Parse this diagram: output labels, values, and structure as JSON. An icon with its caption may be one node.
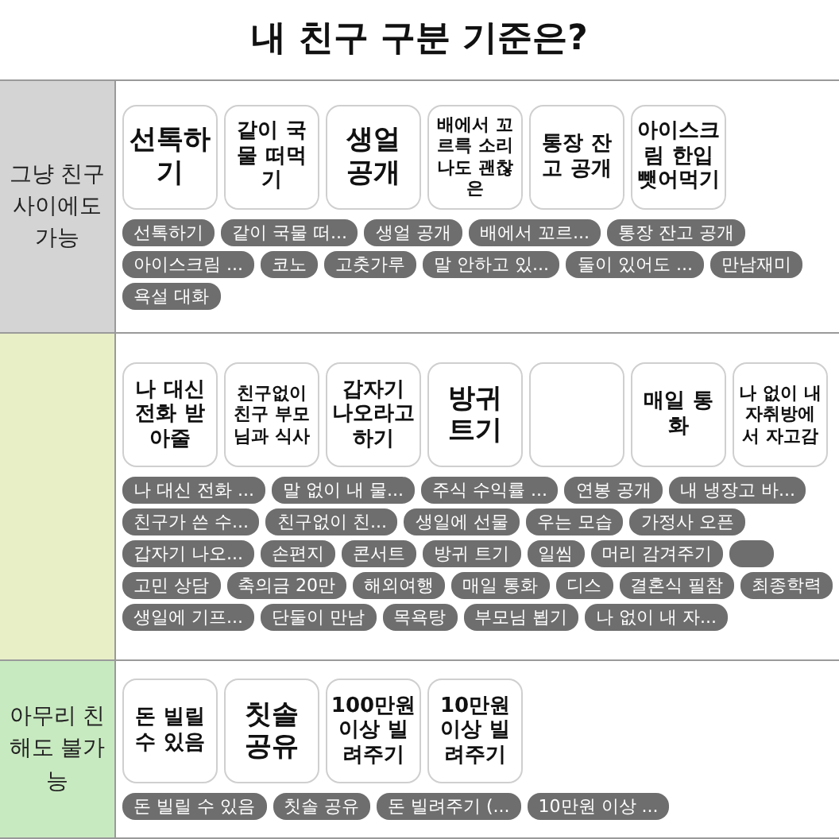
{
  "diagram": {
    "title": "내 친구 구분 기준은?",
    "nodes": [
      {
        "text": [
          "그냥 친구 사이에도 가능"
        ]
      },
      {
        "text": [
          "선톡하기"
        ],
        "in": 0
      },
      {
        "text": [
          "같이 국물 떠먹기"
        ],
        "in": 0
      },
      {
        "text": [
          "생얼 공개"
        ],
        "in": 0
      },
      {
        "text": [
          "배에서 꼬르륵 소리나도 괜찮은"
        ],
        "in": 0
      },
      {
        "text": [
          "통장 잔고 공개"
        ],
        "in": 0
      },
      {
        "text": [
          "아이스크림 한입 뺏어먹기"
        ],
        "in": 0
      },
      {
        "text": [
          "선톡하기"
        ],
        "in": 0
      },
      {
        "text": [
          "같이 국물 떠..."
        ],
        "in": 0
      },
      {
        "text": [
          "생얼 공개"
        ],
        "in": 0
      },
      {
        "text": [
          "배에서 꼬르..."
        ],
        "in": 0
      },
      {
        "text": [
          "통장 잔고 공개"
        ],
        "in": 0
      },
      {
        "text": [
          "아이스크림 ..."
        ],
        "in": 0
      },
      {
        "text": [
          "코노"
        ],
        "in": 0
      },
      {
        "text": [
          "고춧가루"
        ],
        "in": 0
      },
      {
        "text": [
          "말 안하고 있..."
        ],
        "in": 0
      },
      {
        "text": [
          "둘이 있어도 ..."
        ],
        "in": 0
      },
      {
        "text": [
          "만남재미"
        ],
        "in": 0
      },
      {
        "text": [
          "욕설 대화"
        ],
        "in": 0
      },
      {
        "text": [],
        "shape": "box"
      },
      {
        "text": [
          "나 대신 전화 받아줄"
        ],
        "in": 19
      },
      {
        "text": [
          "친구없이 친구 부모님과 식사"
        ],
        "in": 19
      },
      {
        "text": [
          "갑자기 나오라고 하기"
        ],
        "in": 19
      },
      {
        "text": [
          "방귀 트기"
        ],
        "in": 19
      },
      {
        "text": [],
        "shape": "box",
        "in": 19
      },
      {
        "text": [
          "매일 통화"
        ],
        "in": 19
      },
      {
        "text": [
          "나 없이 내 자취방에서 자고감"
        ],
        "in": 19
      },
      {
        "text": [
          "나 대신 전화 ..."
        ],
        "in": 19
      },
      {
        "text": [
          "말 없이 내 물..."
        ],
        "in": 19
      },
      {
        "text": [
          "주식 수익률 ..."
        ],
        "in": 19
      },
      {
        "text": [
          "연봉 공개"
        ],
        "in": 19
      },
      {
        "text": [
          "내 냉장고 바..."
        ],
        "in": 19
      },
      {
        "text": [
          "친구가 쓴 수..."
        ],
        "in": 19
      },
      {
        "text": [
          "친구없이 친..."
        ],
        "in": 19
      },
      {
        "text": [
          "생일에 선물"
        ],
        "in": 19
      },
      {
        "text": [
          "우는 모습"
        ],
        "in": 19
      },
      {
        "text": [
          "가정사 오픈"
        ],
        "in": 19
      },
      {
        "text": [
          "갑자기 나오..."
        ],
        "in": 19
      },
      {
        "text": [
          "손편지"
        ],
        "in": 19
      },
      {
        "text": [
          "콘서트"
        ],
        "in": 19
      },
      {
        "text": [
          "방귀 트기"
        ],
        "in": 19
      },
      {
        "text": [
          "일씸"
        ],
        "in": 19
      },
      {
        "text": [
          "머리 감겨주기"
        ],
        "in": 19
      },
      {
        "text": [],
        "shape": "box",
        "in": 19
      },
      {
        "text": [
          "고민 상담"
        ],
        "in": 19
      },
      {
        "text": [
          "축의금 20만"
        ],
        "in": 19
      },
      {
        "text": [
          "해외여행"
        ],
        "in": 19
      },
      {
        "text": [
          "매일 통화"
        ],
        "in": 19
      },
      {
        "text": [
          "디스"
        ],
        "in": 19
      },
      {
        "text": [
          "결혼식 필참"
        ],
        "in": 19
      },
      {
        "text": [
          "최종학력"
        ],
        "in": 19
      },
      {
        "text": [
          "생일에 기프..."
        ],
        "in": 19
      },
      {
        "text": [
          "단둘이 만남"
        ],
        "in": 19
      },
      {
        "text": [
          "목욕탕"
        ],
        "in": 19
      },
      {
        "text": [
          "부모님 뵙기"
        ],
        "in": 19
      },
      {
        "text": [
          "나 없이 내 자..."
        ],
        "in": 19
      },
      {
        "text": [
          "아무리 친해도 불가능"
        ]
      },
      {
        "text": [
          "돈 빌릴 수 있음"
        ],
        "in": 56
      },
      {
        "text": [
          "칫솔 공유"
        ],
        "in": 56
      },
      {
        "text": [
          "100만원 이상 빌려주기"
        ],
        "in": 56
      },
      {
        "text": [
          "10만원 이상 빌려주기"
        ],
        "in": 56
      },
      {
        "text": [
          "돈 빌릴 수 있음"
        ],
        "in": 56
      },
      {
        "text": [
          "칫솔 공유"
        ],
        "in": 56
      },
      {
        "text": [
          "돈 빌려주기 (..."
        ],
        "in": 56
      },
      {
        "text": [
          "10만원 이상 ..."
        ],
        "in": 56
      }
    ]
  }
}
